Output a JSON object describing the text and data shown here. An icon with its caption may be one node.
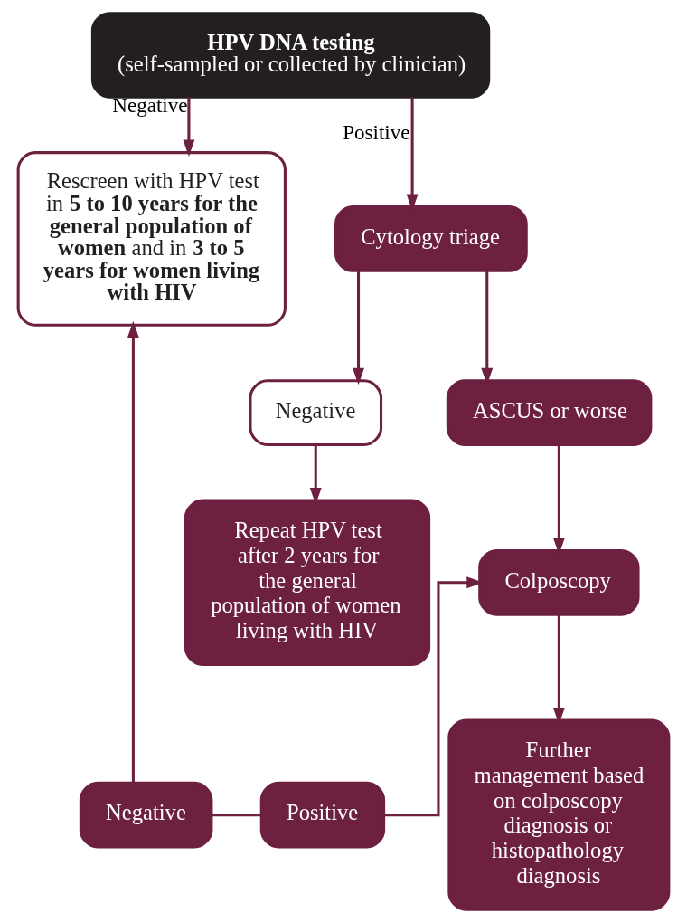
{
  "diagram": {
    "nodes": [
      {
        "text": [
          "HPV DNA testing",
          "(self-sampled or collected by clinician)"
        ]
      },
      {
        "text": [
          "Rescreen with HPV test in **5 to 10 years for the general population of women** and in **3 to 5 years for women living with HIV**"
        ]
      },
      {
        "text": [
          "Cytology triage"
        ]
      },
      {
        "text": [
          "Negative"
        ]
      },
      {
        "text": [
          "ASCUS or worse"
        ]
      },
      {
        "text": [
          "Repeat HPV test after 2 years for the general population of women living with HIV"
        ]
      },
      {
        "text": [
          "Colposcopy"
        ]
      },
      {
        "text": [
          "Further management based on colposcopy diagnosis or histopathology diagnosis"
        ]
      },
      {
        "text": [
          "Negative"
        ]
      },
      {
        "text": [
          "Positive"
        ]
      }
    ],
    "edges": [
      {
        "from": 0,
        "to": 1,
        "arrow": "to",
        "label": "Negative"
      },
      {
        "from": 0,
        "to": 2,
        "arrow": "to",
        "label": "Positive"
      },
      {
        "from": 2,
        "to": 3,
        "arrow": "to"
      },
      {
        "from": 2,
        "to": 4,
        "arrow": "to"
      },
      {
        "from": 3,
        "to": 5,
        "arrow": "to"
      },
      {
        "from": 4,
        "to": 6,
        "arrow": "to"
      },
      {
        "from": 6,
        "to": 7,
        "arrow": "to"
      },
      {
        "from": 8,
        "to": 9,
        "arrow": "none"
      },
      {
        "from": 8,
        "to": 1,
        "arrow": "to"
      },
      {
        "from": 9,
        "to": 6,
        "arrow": "to"
      }
    ]
  }
}
